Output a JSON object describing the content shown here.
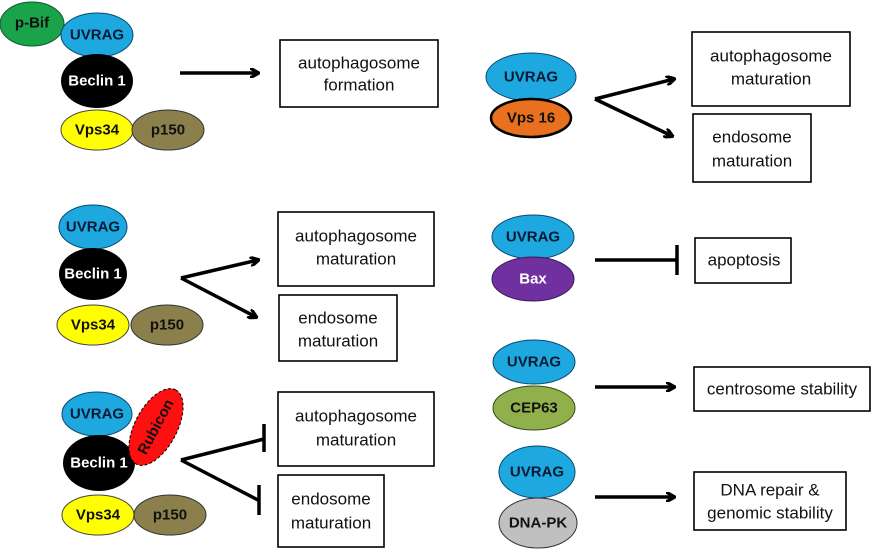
{
  "colors": {
    "uvrag": "#1ea8e0",
    "beclin1": "#000000",
    "vps34": "#ffff00",
    "p150": "#8b7f4c",
    "pbif": "#1aa34a",
    "vps16": "#e8701e",
    "rubicon": "#ff1010",
    "bax": "#7030a0",
    "cep63": "#8fb04a",
    "dnapk": "#c0c0c0"
  },
  "proteins": {
    "uvrag": "UVRAG",
    "beclin1": "Beclin 1",
    "vps34": "Vps34",
    "p150": "p150",
    "pbif": "p-Bif",
    "vps16": "Vps 16",
    "rubicon": "Rubicon",
    "bax": "Bax",
    "cep63": "CEP63",
    "dnapk": "DNA-PK"
  },
  "outcomes": {
    "autophagosome_formation": [
      "autophagosome",
      "formation"
    ],
    "autophagosome_maturation": [
      "autophagosome",
      "maturation"
    ],
    "endosome_maturation": [
      "endosome",
      "maturation"
    ],
    "apoptosis": "apoptosis",
    "centrosome_stability": "centrosome stability",
    "dna_repair": [
      "DNA repair &",
      "genomic stability"
    ]
  },
  "relations": [
    {
      "complex": [
        "p-Bif",
        "UVRAG",
        "Beclin 1",
        "Vps34",
        "p150"
      ],
      "effect": "promotes",
      "targets": [
        "autophagosome formation"
      ]
    },
    {
      "complex": [
        "UVRAG",
        "Vps 16"
      ],
      "effect": "promotes",
      "targets": [
        "autophagosome maturation",
        "endosome maturation"
      ]
    },
    {
      "complex": [
        "UVRAG",
        "Beclin 1",
        "Vps34",
        "p150"
      ],
      "effect": "promotes",
      "targets": [
        "autophagosome maturation",
        "endosome maturation"
      ]
    },
    {
      "complex": [
        "UVRAG",
        "Bax"
      ],
      "effect": "inhibits",
      "targets": [
        "apoptosis"
      ]
    },
    {
      "complex": [
        "UVRAG",
        "CEP63"
      ],
      "effect": "promotes",
      "targets": [
        "centrosome stability"
      ]
    },
    {
      "complex": [
        "UVRAG",
        "Rubicon",
        "Beclin 1",
        "Vps34",
        "p150"
      ],
      "effect": "inhibits",
      "targets": [
        "autophagosome maturation",
        "endosome maturation"
      ]
    },
    {
      "complex": [
        "UVRAG",
        "DNA-PK"
      ],
      "effect": "promotes",
      "targets": [
        "DNA repair & genomic stability"
      ]
    }
  ]
}
